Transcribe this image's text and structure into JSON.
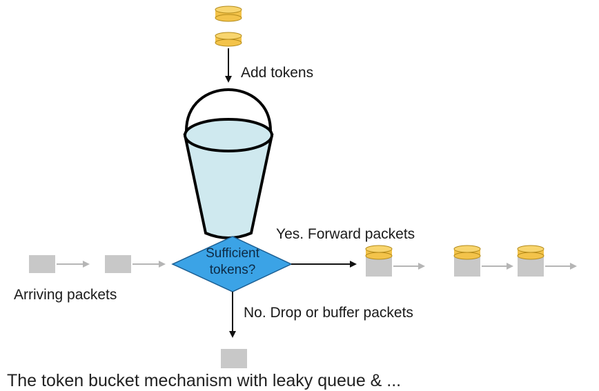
{
  "labels": {
    "add_tokens": "Add tokens",
    "forward": "Yes. Forward packets",
    "drop": "No. Drop or buffer packets",
    "arriving": "Arriving packets",
    "decision_line1": "Sufficient",
    "decision_line2": "tokens?"
  },
  "caption": "The token bucket mechanism with leaky queue & ...",
  "colors": {
    "token": "#f3c34a",
    "packet": "#c8c8c8",
    "decision": "#3ba3e6",
    "bucket_water": "#cfe9ef"
  }
}
